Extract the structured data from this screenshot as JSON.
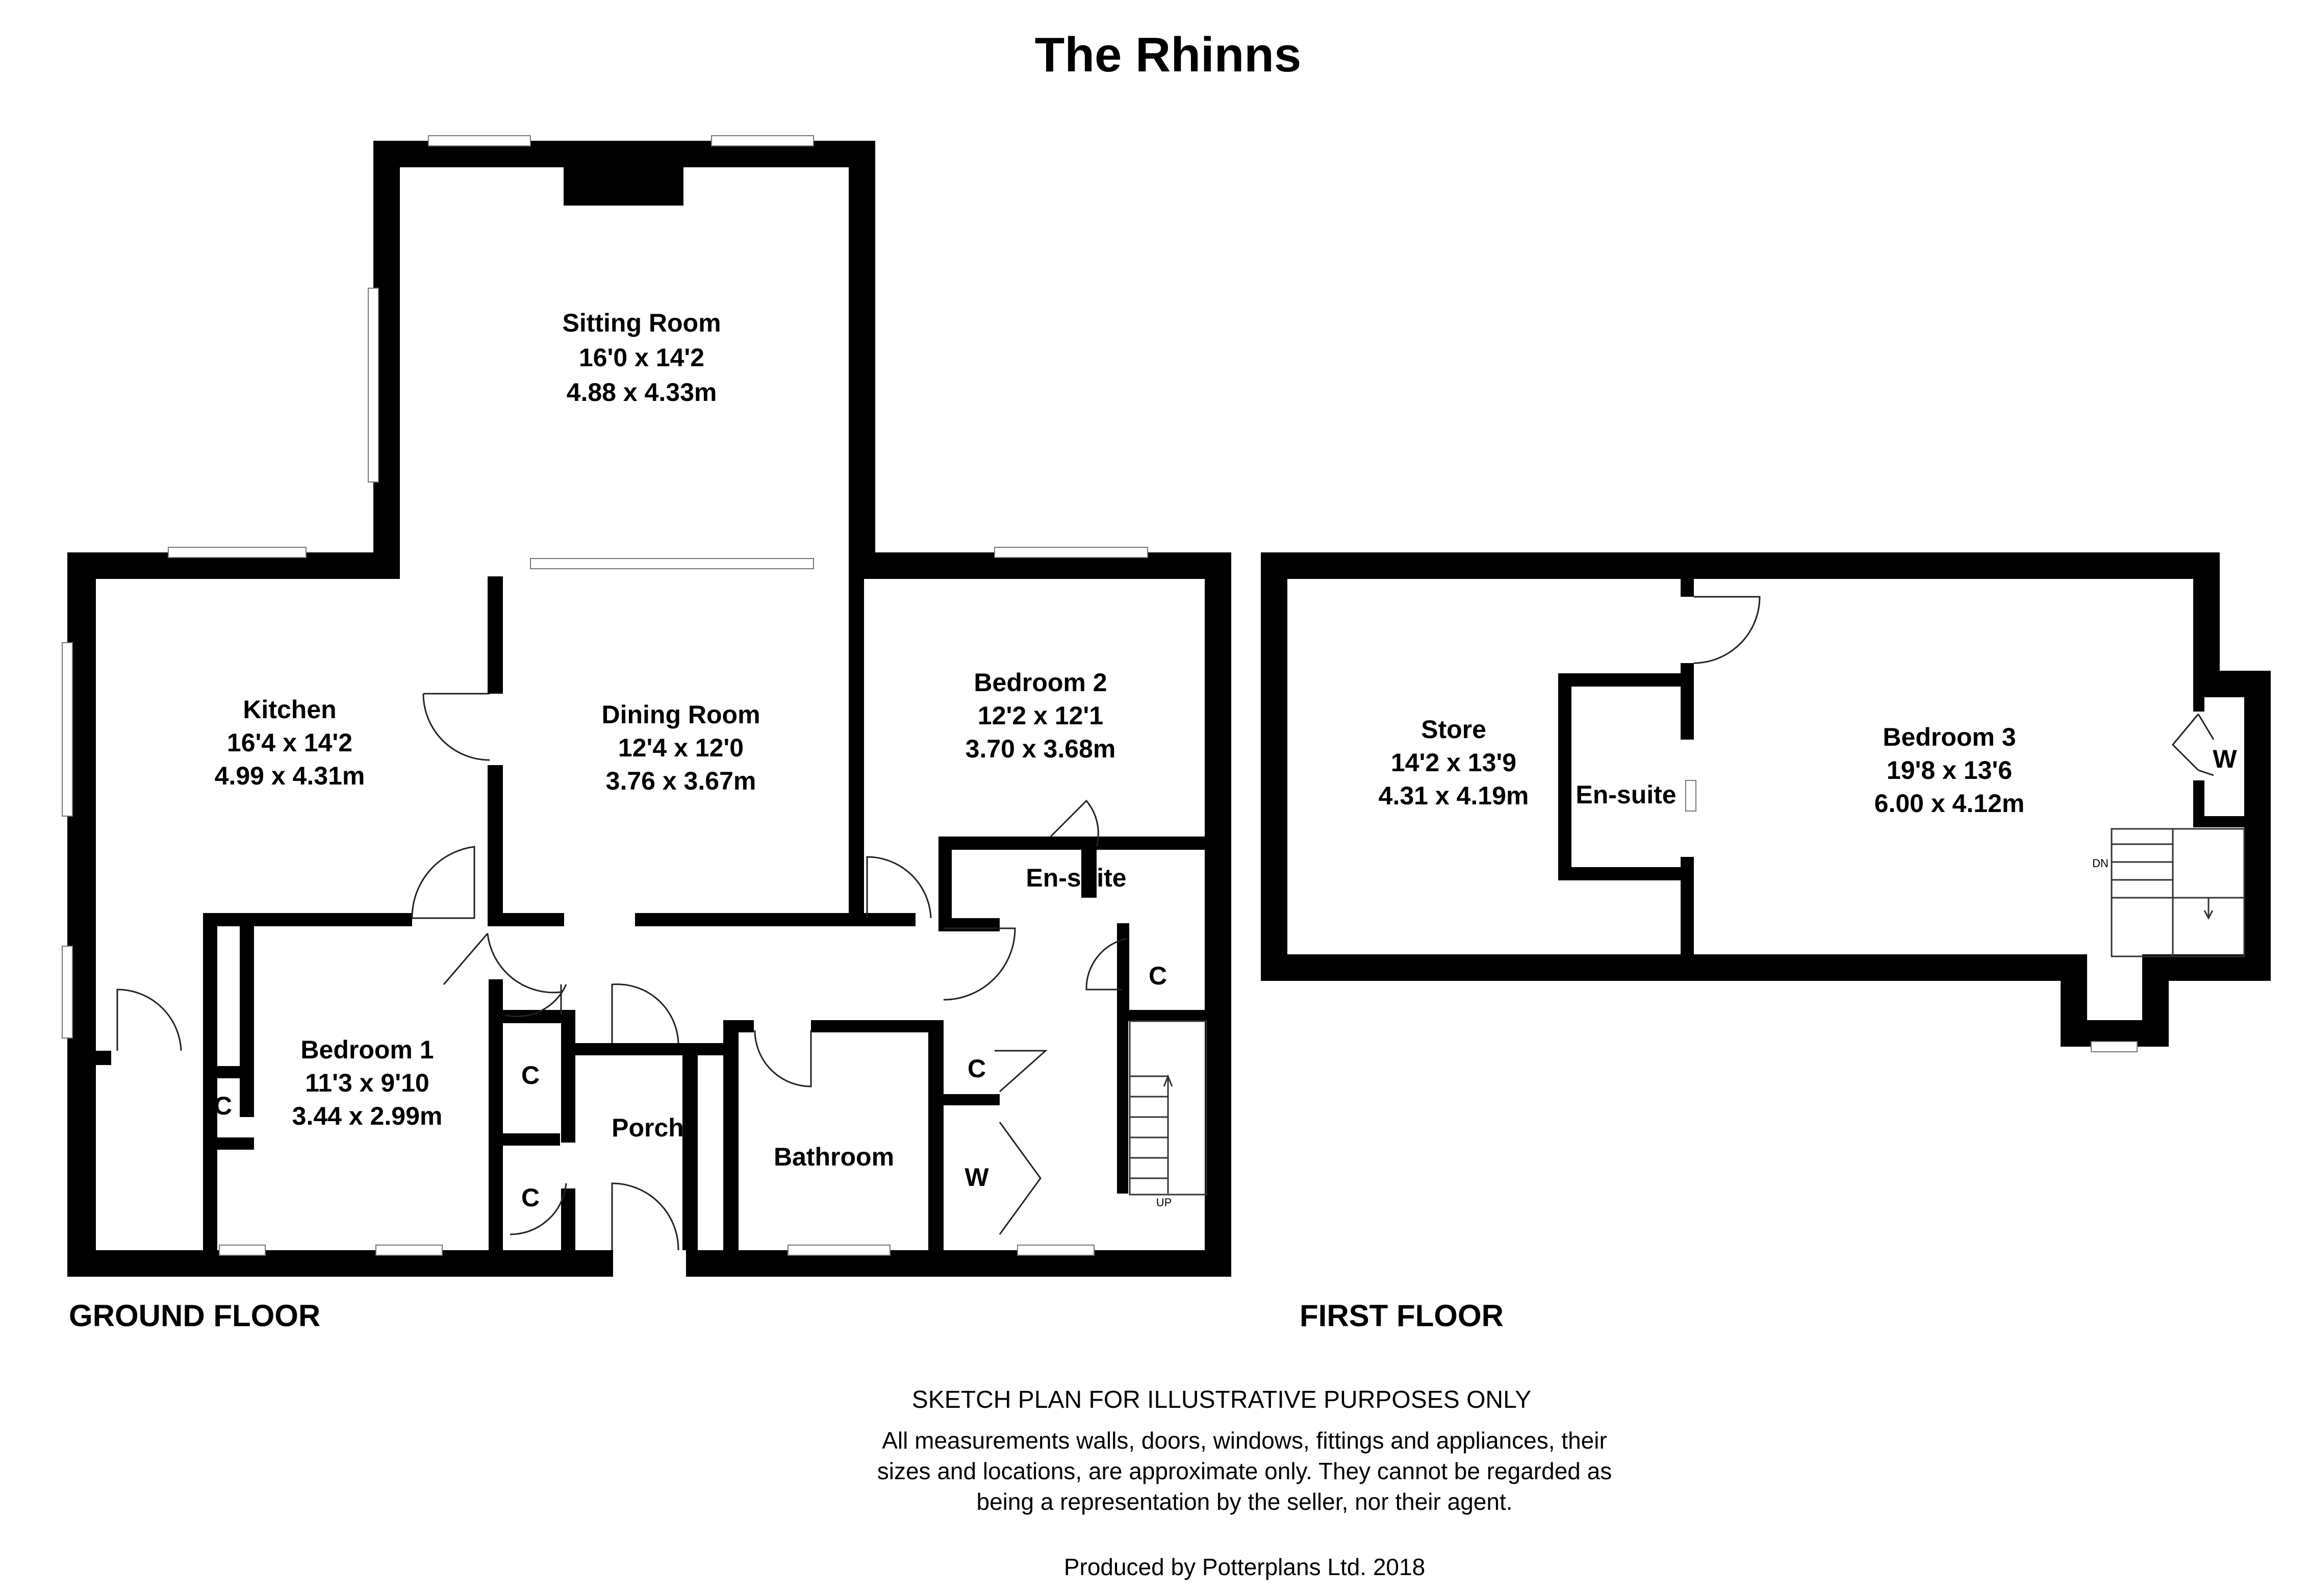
{
  "title": "The Rhinns",
  "floors": {
    "ground": {
      "label": "GROUND FLOOR"
    },
    "first": {
      "label": "FIRST FLOOR"
    }
  },
  "rooms": {
    "sitting_room": {
      "name": "Sitting Room",
      "imperial": "16'0 x 14'2",
      "metric": "4.88 x 4.33m"
    },
    "kitchen": {
      "name": "Kitchen",
      "imperial": "16'4 x 14'2",
      "metric": "4.99 x 4.31m"
    },
    "dining_room": {
      "name": "Dining Room",
      "imperial": "12'4 x 12'0",
      "metric": "3.76 x 3.67m"
    },
    "bedroom_2": {
      "name": "Bedroom 2",
      "imperial": "12'2 x 12'1",
      "metric": "3.70 x 3.68m"
    },
    "bedroom_1": {
      "name": "Bedroom 1",
      "imperial": "11'3 x 9'10",
      "metric": "3.44 x 2.99m"
    },
    "store": {
      "name": "Store",
      "imperial": "14'2 x 13'9",
      "metric": "4.31 x 4.19m"
    },
    "bedroom_3": {
      "name": "Bedroom 3",
      "imperial": "19'8 x 13'6",
      "metric": "6.00 x 4.12m"
    }
  },
  "small_labels": {
    "ensuite_ground": "En-suite",
    "ensuite_first": "En-suite",
    "porch": "Porch",
    "bathroom": "Bathroom",
    "cupboard": "C",
    "wardrobe": "W",
    "stairs_up": "UP",
    "stairs_down": "DN"
  },
  "footer": {
    "heading": "SKETCH PLAN FOR ILLUSTRATIVE PURPOSES ONLY",
    "disclaimer_line1": "All measurements walls, doors, windows, fittings and appliances, their",
    "disclaimer_line2": "sizes and locations, are approximate only. They cannot be regarded as",
    "disclaimer_line3": "being a representation by the seller, nor their agent.",
    "credit": "Produced by Potterplans Ltd. 2018"
  }
}
